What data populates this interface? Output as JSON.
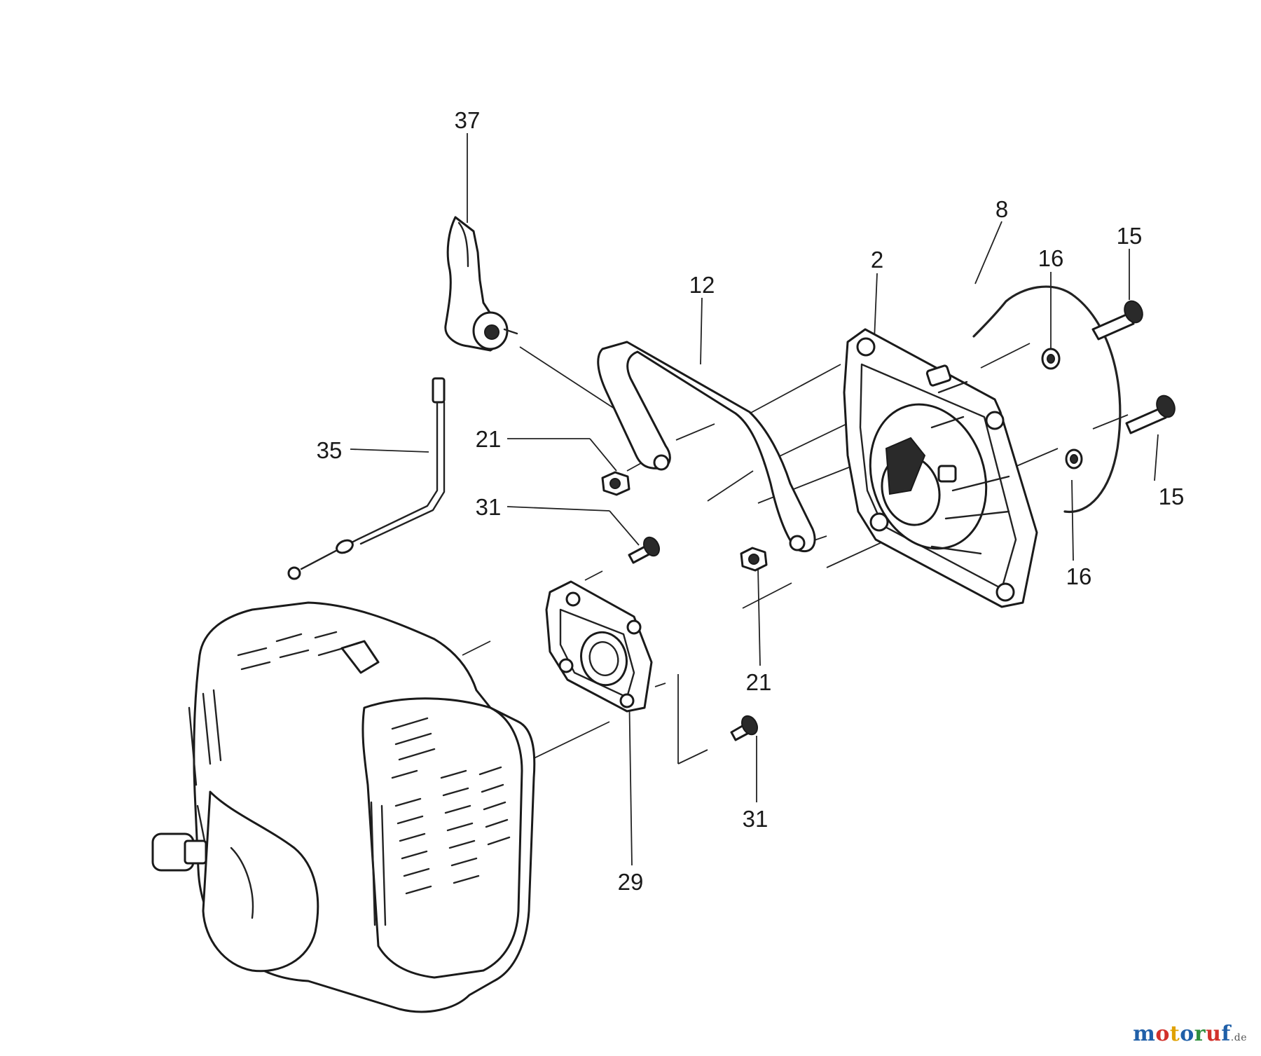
{
  "callouts": {
    "c37": "37",
    "c12": "12",
    "c2": "2",
    "c8": "8",
    "c16a": "16",
    "c15a": "15",
    "c35": "35",
    "c21a": "21",
    "c31a": "31",
    "c15b": "15",
    "c16b": "16",
    "c21b": "21",
    "c31b": "31",
    "c29": "29"
  },
  "watermark": {
    "letters": [
      "m",
      "o",
      "t",
      "o",
      "r",
      "u",
      "f"
    ],
    "colors": [
      "#1f5fa8",
      "#d2312b",
      "#e0a100",
      "#1f5fa8",
      "#2f8f3e",
      "#d2312b",
      "#1f5fa8"
    ],
    "suffix": ".de"
  }
}
